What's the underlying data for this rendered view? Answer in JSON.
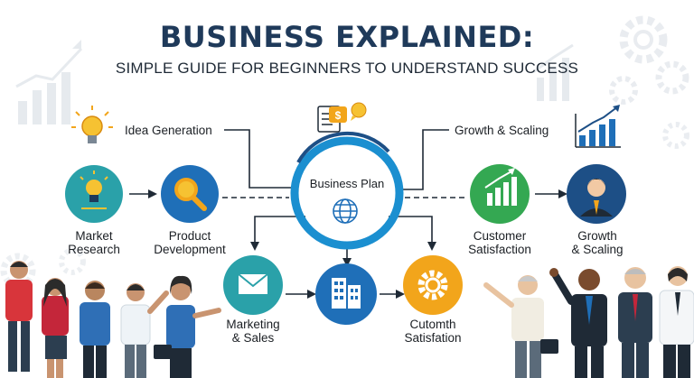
{
  "header": {
    "title": "BUSINESS EXPLAINED:",
    "subtitle": "SIMPLE GUIDE FOR BEGINNERS TO UNDERSTAND SUCCESS"
  },
  "diagram": {
    "center": "Business Plan",
    "idea_generation": "Idea Generation",
    "growth_scaling_top": "Growth & Scaling",
    "market_research": [
      "Market",
      "Research"
    ],
    "product_development": [
      "Product",
      "Development"
    ],
    "customer_satisfaction": [
      "Customer",
      "Satisfaction"
    ],
    "growth_scaling_right": [
      "Growth",
      "& Scaling"
    ],
    "marketing_sales": [
      "Marketing",
      "& Sales"
    ],
    "custom_satisfation": [
      "Cutomth",
      "Satisfation"
    ]
  },
  "colors": {
    "title": "#1f3a5a",
    "teal": "#2aa1a9",
    "navy": "#1d4f86",
    "blue": "#1f6fb8",
    "green": "#34a852",
    "orange": "#f2a51b",
    "yellow": "#f6c232",
    "ring": "#1b8fd0"
  }
}
